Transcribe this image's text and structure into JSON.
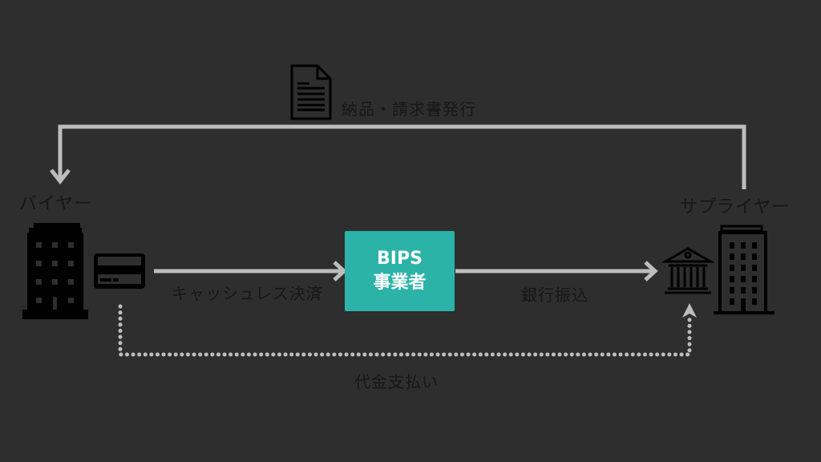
{
  "diagram": {
    "top_flow": {
      "icon": "document-icon",
      "label": "納品・請求書発行"
    },
    "buyer": {
      "label": "バイヤー",
      "icons": [
        "office-building-icon",
        "credit-card-icon"
      ]
    },
    "supplier": {
      "label": "サプライヤー",
      "icons": [
        "bank-icon",
        "office-building-icon"
      ]
    },
    "center": {
      "line1": "BIPS",
      "line2": "事業者"
    },
    "flows": [
      {
        "from": "buyer",
        "to": "bips",
        "label": "キャッシュレス決済",
        "style": "solid"
      },
      {
        "from": "bips",
        "to": "supplier",
        "label": "銀行振込",
        "style": "solid"
      },
      {
        "from": "buyer",
        "to": "supplier",
        "label": "代金支払い",
        "style": "dotted"
      }
    ],
    "colors": {
      "background": "#2e2e2e",
      "accent": "#2bb3a8",
      "line": "#bdbdbd",
      "icon": "#000000"
    }
  }
}
